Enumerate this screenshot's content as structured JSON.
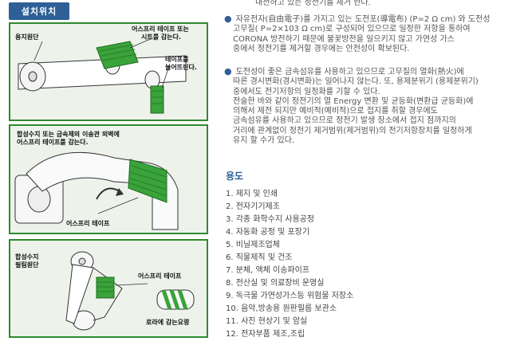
{
  "tab_label": "설치위치",
  "cut_text": "내전하고 있는 정전기를 제거 한다.",
  "bullets": [
    {
      "lines": [
        "자유전자(自由電子)를 가지고 있는 도전포(導電布) (P=2 Ω cm) 와 도전성",
        "고무질( P=2×103 Ω cm)로 구성되어 있으므로 일정한 저항을 통하여",
        "CORONA 방전하기 때문에 불꽃방전을 일으키지 않고 가연성 가스",
        "중에서 정전기를 제거할 경우에는 안전성이 확보된다."
      ]
    },
    {
      "lines": [
        "도전성이 좋은 금속섬유를 사용하고 있으므로 고무질의 열화(熱火)에",
        "따른 경시변화(경시변화)는 일어나지 않는다. 또, 용제분위기 (용제분위기)",
        "중에서도 전기저항의 일정화를 기할 수 있다.",
        "전술한 바와 같이 정전기의 열 Energy 변환 및 균등화(변환급 균등화)에",
        "의해서 제전 되지만 예비적(예비적)으로 접지를 취할 경우에도",
        "금속섬유를 사용하고 있으므로 정전기 발생 장소에서 접지 점까지의",
        "거리에 관계없이 정전기 제거범위(제거범위)의 전기저항장치를 일정하게",
        "유지 할 수가 있다."
      ]
    }
  ],
  "section_title": "용도",
  "uses": [
    "1. 제지 및 인쇄",
    "2. 전자기기제조",
    "3. 각종 화학수지 사용공정",
    "4. 자동화 공정 및 포장기",
    "5. 비닐제조업체",
    "6. 직물제직 및 건조",
    "7. 분체, 액체 이송파이프",
    "8. 전산실 및 의료장비 운영실",
    "9. 독극물 가연성가스등 위험물 저장소",
    "10. 음악,방송용 원판필름 보관소",
    "11. 사진 현상기 및 암실",
    "12. 전자부품 제조,조립"
  ],
  "panels": {
    "p1": {
      "label_a": "용지원단",
      "label_b1": "어스프리 테이프 또는",
      "label_b2": "시트를 감는다.",
      "label_c1": "테이프를",
      "label_c2": "늘어뜨린다."
    },
    "p2": {
      "label_a1": "합성수지 또는 금속제의 이송관 외벽에",
      "label_a2": "어스프리 테이프를 감는다.",
      "label_b": "어스프리 테이프"
    },
    "p3": {
      "label_a1": "합성수지",
      "label_a2": "필림원단",
      "label_b": "어스프리 테이프",
      "label_c": "로라에 감는요령"
    }
  },
  "colors": {
    "tab": "#2e5f97",
    "panel_border": "#2f8a2f",
    "panel_bg": "#e4ede0",
    "tape_green": "#3aa33a",
    "heading": "#2e5f97"
  }
}
